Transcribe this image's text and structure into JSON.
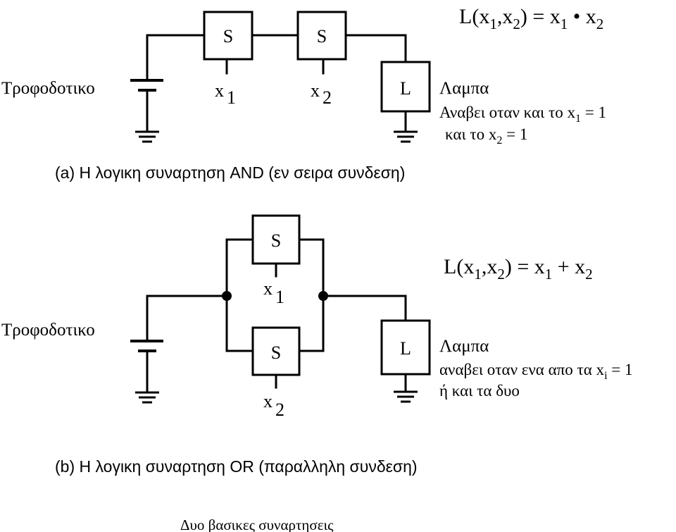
{
  "panel_a": {
    "formula": {
      "lhs": "L(x",
      "s1": "1",
      "mid": ",x",
      "s2": "2",
      "eq": ") = x",
      "s3": "1",
      "op": " • x",
      "s4": "2"
    },
    "power_label": "Τροφοδοτικο",
    "switch1": "S",
    "switch2": "S",
    "input1": {
      "base": "x",
      "sub": "1"
    },
    "input2": {
      "base": "x",
      "sub": "2"
    },
    "lamp": "L",
    "lamp_title": "Λαμπα",
    "lamp_desc1": {
      "pre": "Αναβει οταν και το x",
      "sub": "1",
      "post": " = 1"
    },
    "lamp_desc2": {
      "pre": "και το x",
      "sub": "2",
      "post": " = 1"
    },
    "caption": "(a) H λογικη συναρτηση AND (εν σειρα συνδεση)"
  },
  "panel_b": {
    "formula": {
      "lhs": "L(x",
      "s1": "1",
      "mid": ",x",
      "s2": "2",
      "eq": ") = x",
      "s3": "1",
      "op": " + x",
      "s4": "2"
    },
    "power_label": "Τροφοδοτικο",
    "switch1": "S",
    "switch2": "S",
    "input1": {
      "base": "x",
      "sub": "1"
    },
    "input2": {
      "base": "x",
      "sub": "2"
    },
    "lamp": "L",
    "lamp_title": "Λαμπα",
    "lamp_desc1": {
      "pre": "αναβει οταν ενα απο τα x",
      "sub": "i",
      "post": " = 1"
    },
    "lamp_desc2": "ή και τα δυο",
    "caption": "(b) H λογικη συναρτηση OR  (παραλληλη συνδεση)"
  },
  "footer": "Δυο βασικες συναρτησεις"
}
